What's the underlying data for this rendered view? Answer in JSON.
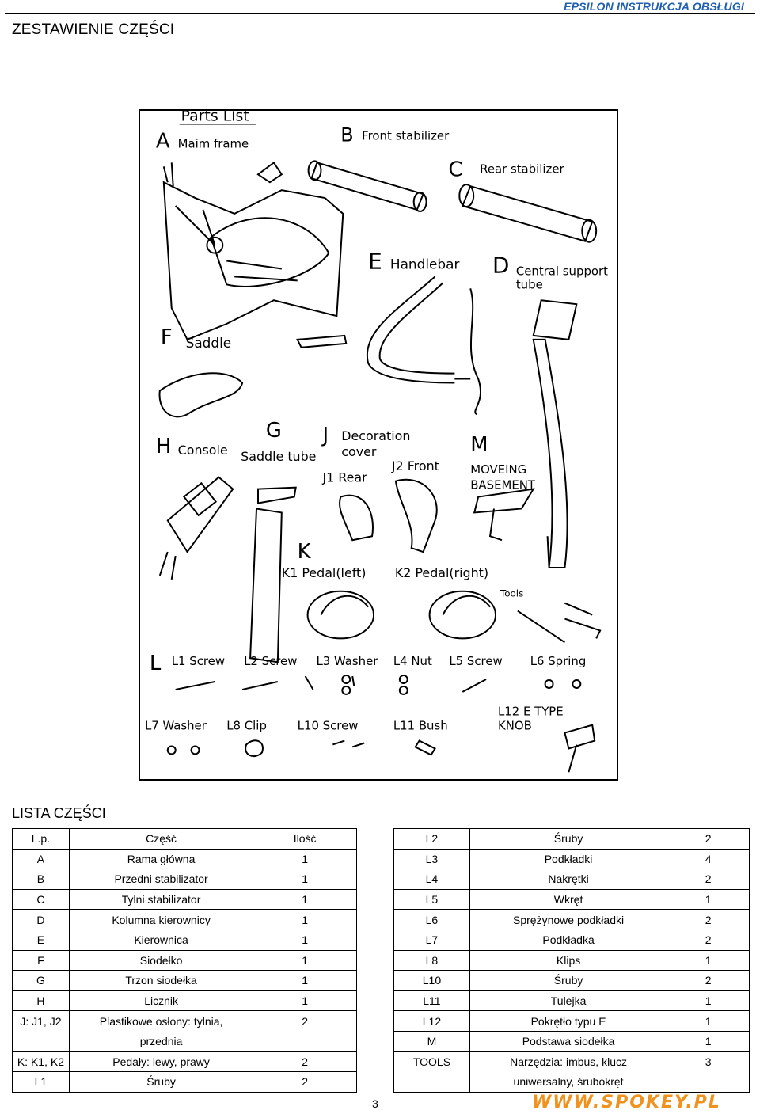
{
  "header": {
    "brand": "EPSILON",
    "brand_sub": "INSTRUKCJA OBSŁUGI",
    "title": "ZESTAWIENIE CZĘŚCI"
  },
  "diagram": {
    "heading": "Parts List",
    "labels": {
      "a_letter": "A",
      "a_name": "Maim frame",
      "b_letter": "B",
      "b_name": "Front stabilizer",
      "c_letter": "C",
      "c_name": "Rear stabilizer",
      "e_letter": "E",
      "e_name": "Handlebar",
      "d_letter": "D",
      "d_name1": "Central support",
      "d_name2": "tube",
      "f_letter": "F",
      "f_name": "Saddle",
      "h_letter": "H",
      "h_name": "Console",
      "g_letter": "G",
      "g_name": "Saddle tube",
      "j_letter": "J",
      "j_name1": "Decoration",
      "j_name2": "cover",
      "j1": "J1 Rear",
      "j2": "J2 Front",
      "m_letter": "M",
      "m_name1": "MOVEING",
      "m_name2": "BASEMENT",
      "k_letter": "K",
      "k1": "K1 Pedal(left)",
      "k2": "K2 Pedal(right)",
      "tools": "Tools",
      "l_letter": "L",
      "l1": "L1 Screw",
      "l2": "L2 Screw",
      "l3": "L3 Washer",
      "l4": "L4 Nut",
      "l5": "L5 Screw",
      "l6": "L6 Spring",
      "l7": "L7 Washer",
      "l8": "L8 Clip",
      "l10": "L10 Screw",
      "l11": "L11 Bush",
      "l12a": "L12 E TYPE",
      "l12b": "KNOB"
    }
  },
  "section_title": "LISTA CZĘŚCI",
  "table_left": {
    "header": [
      "L.p.",
      "Część",
      "Ilość"
    ],
    "rows": [
      [
        "A",
        "Rama główna",
        "1"
      ],
      [
        "B",
        "Przedni stabilizator",
        "1"
      ],
      [
        "C",
        "Tylni stabilizator",
        "1"
      ],
      [
        "D",
        "Kolumna kierownicy",
        "1"
      ],
      [
        "E",
        "Kierownica",
        "1"
      ],
      [
        "F",
        "Siodełko",
        "1"
      ],
      [
        "G",
        "Trzon siodełka",
        "1"
      ],
      [
        "H",
        "Licznik",
        "1"
      ],
      [
        "J: J1, J2",
        "Plastikowe osłony: tylnia,",
        "2"
      ],
      [
        "",
        "przednia",
        ""
      ],
      [
        "K: K1, K2",
        "Pedały: lewy, prawy",
        "2"
      ],
      [
        "L1",
        "Śruby",
        "2"
      ]
    ]
  },
  "table_right": {
    "rows": [
      [
        "L2",
        "Śruby",
        "2"
      ],
      [
        "L3",
        "Podkładki",
        "4"
      ],
      [
        "L4",
        "Nakrętki",
        "2"
      ],
      [
        "L5",
        "Wkręt",
        "1"
      ],
      [
        "L6",
        "Sprężynowe podkładki",
        "2"
      ],
      [
        "L7",
        "Podkładka",
        "2"
      ],
      [
        "L8",
        "Klips",
        "1"
      ],
      [
        "L10",
        "Śruby",
        "2"
      ],
      [
        "L11",
        "Tulejka",
        "1"
      ],
      [
        "L12",
        "Pokrętło typu E",
        "1"
      ],
      [
        "M",
        "Podstawa siodełka",
        "1"
      ],
      [
        "TOOLS",
        "Narzędzia: imbus, klucz",
        "3"
      ],
      [
        "",
        "uniwersalny, śrubokręt",
        ""
      ]
    ]
  },
  "footer": {
    "page_number": "3",
    "website": "WWW.SPOKEY.PL"
  },
  "colors": {
    "brand": "#2060b0",
    "website": "#f0931e",
    "line": "#000000"
  }
}
